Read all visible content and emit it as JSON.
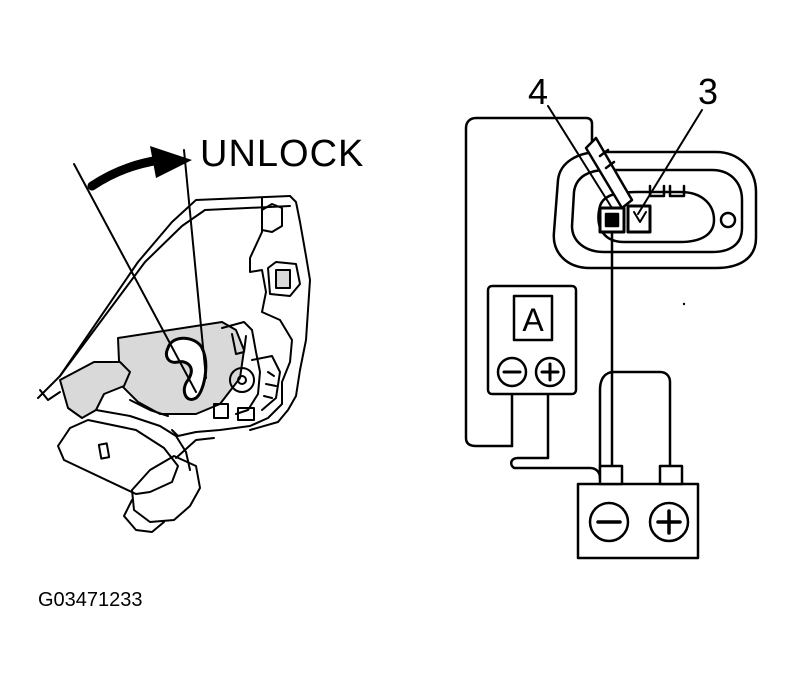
{
  "left_figure": {
    "direction_label": "UNLOCK"
  },
  "right_figure": {
    "terminal_labels": [
      "4",
      "3"
    ],
    "ammeter_label": "A",
    "meter_terminals": [
      "−",
      "+"
    ],
    "battery_terminals": [
      "−",
      "+"
    ]
  },
  "figure_id": "G03471233",
  "colors": {
    "ink": "#000000",
    "background": "#ffffff",
    "shade": "#d9d9d9"
  }
}
